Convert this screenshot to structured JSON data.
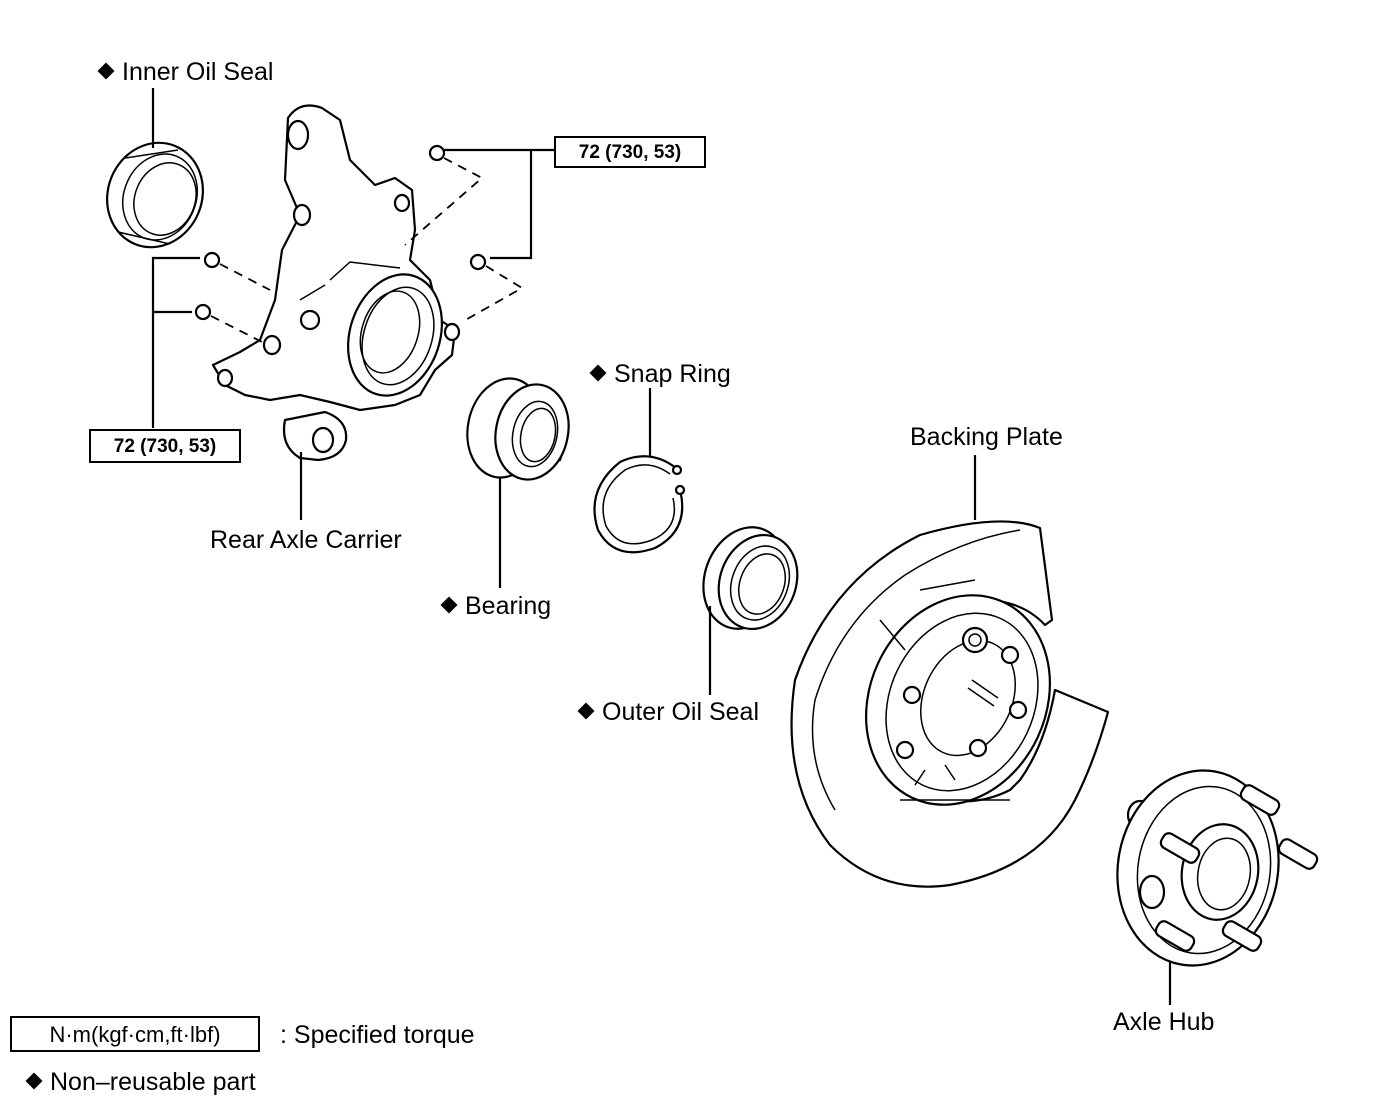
{
  "labels": {
    "inner_oil_seal": "Inner Oil Seal",
    "snap_ring": "Snap Ring",
    "backing_plate": "Backing Plate",
    "rear_axle_carrier": "Rear Axle Carrier",
    "bearing": "Bearing",
    "outer_oil_seal": "Outer Oil Seal",
    "axle_hub": "Axle Hub"
  },
  "torque_boxes": {
    "upper": "72 (730, 53)",
    "lower": "72 (730, 53)"
  },
  "legend": {
    "torque_unit": "N·m(kgf·cm,ft·lbf)",
    "torque_desc": ": Specified torque",
    "non_reusable": "Non–reusable part"
  },
  "colors": {
    "ink": "#000000",
    "paper": "#ffffff"
  }
}
